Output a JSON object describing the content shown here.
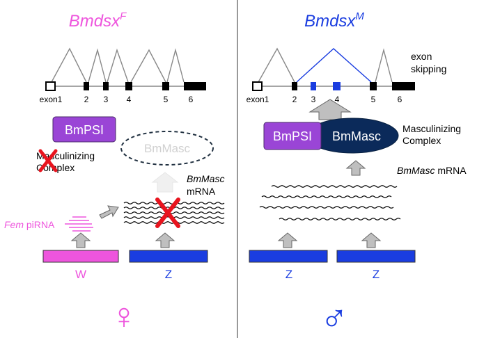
{
  "colors": {
    "female": "#ee55dd",
    "male": "#1a3de0",
    "red_x": "#e8141e",
    "psi_fill": "#9a45d6",
    "masc_fill": "#0b2a5a",
    "grey_arrow_fill": "#bfbfbf",
    "divider": "#555555"
  },
  "left": {
    "title_main": "Bmdsx",
    "title_sup": "F",
    "exons": [
      "exon1",
      "2",
      "3",
      "4",
      "5",
      "6"
    ],
    "bmpsi_label": "BmPSI",
    "bmmasc_ghost_label": "BmMasc",
    "complex_label_line1": "Masculinizing",
    "complex_label_line2": "Complex",
    "bmmasc_mrna_italic": "BmMasc",
    "bmmasc_mrna_word": "mRNA",
    "fem_pirna_italic": "Fem",
    "fem_pirna_word": "piRNA",
    "chrom_w": "W",
    "chrom_z": "Z",
    "sex_symbol": "♀"
  },
  "right": {
    "title_main": "Bmdsx",
    "title_sup": "M",
    "exons": [
      "exon1",
      "2",
      "3",
      "4",
      "5",
      "6"
    ],
    "exon_skip_line1": "exon",
    "exon_skip_line2": "skipping",
    "bmpsi_label": "BmPSI",
    "bmmasc_label": "BmMasc",
    "complex_label_line1": "Masculinizing",
    "complex_label_line2": "Complex",
    "bmmasc_mrna_italic": "BmMasc",
    "bmmasc_mrna_word": "mRNA",
    "chrom_z1": "Z",
    "chrom_z2": "Z",
    "sex_symbol": "♂"
  }
}
